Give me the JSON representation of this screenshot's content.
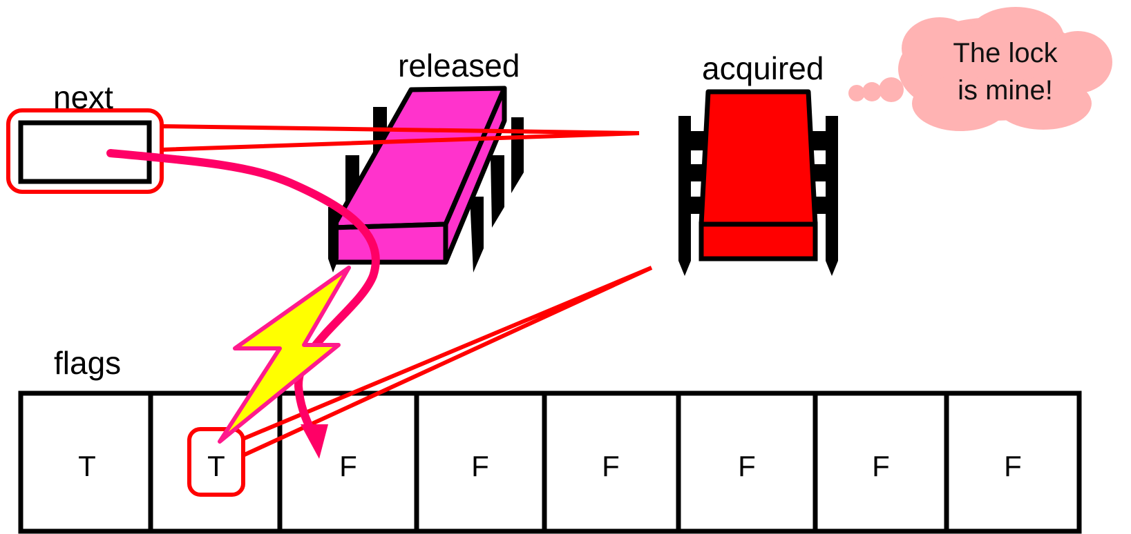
{
  "labels": {
    "next": "next",
    "released": "released",
    "acquired": "acquired",
    "flags": "flags"
  },
  "thought_bubble": {
    "line1": "The lock",
    "line2": "is mine!"
  },
  "flags": [
    "T",
    "T",
    "F",
    "F",
    "F",
    "F",
    "F",
    "F"
  ],
  "colors": {
    "released_chip": "#ff33cc",
    "acquired_chip": "#ff0000",
    "highlight_red": "#ff0000",
    "pink_arrow": "#ff0066",
    "lightning": "#ffff00",
    "cloud": "#ffb3b3"
  },
  "icons": [
    "released-chip-icon",
    "acquired-chip-icon",
    "lightning-icon",
    "thought-cloud-icon"
  ]
}
